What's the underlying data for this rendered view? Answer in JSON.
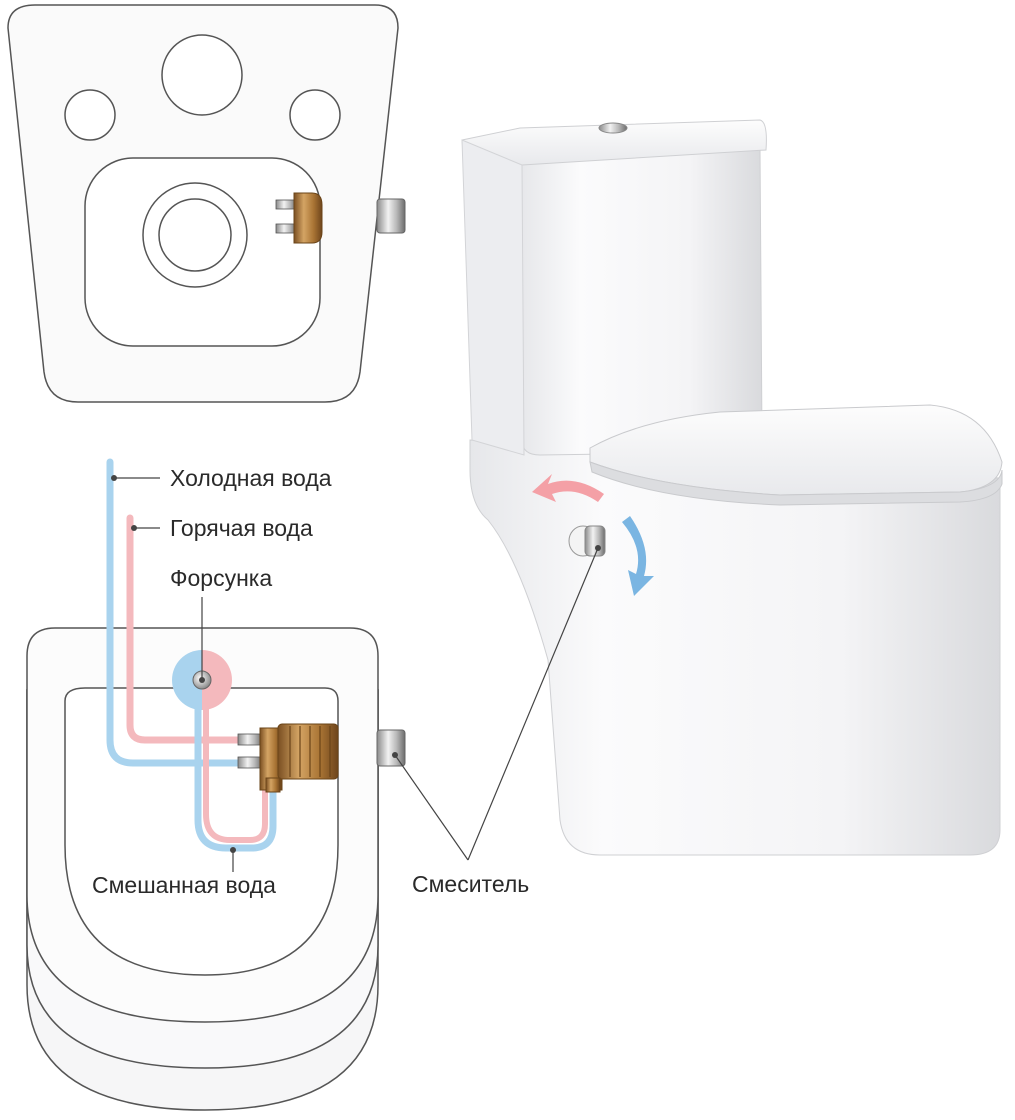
{
  "labels": {
    "cold_water": "Холодная вода",
    "hot_water": "Горячая вода",
    "nozzle": "Форсунка",
    "mixed_water": "Смешанная вода",
    "mixer": "Смеситель"
  },
  "colors": {
    "cold": "#a9d3ee",
    "hot": "#f4b9bd",
    "brass": "#b07c3e",
    "outline": "#444444",
    "label_text": "#2a2a2a"
  }
}
